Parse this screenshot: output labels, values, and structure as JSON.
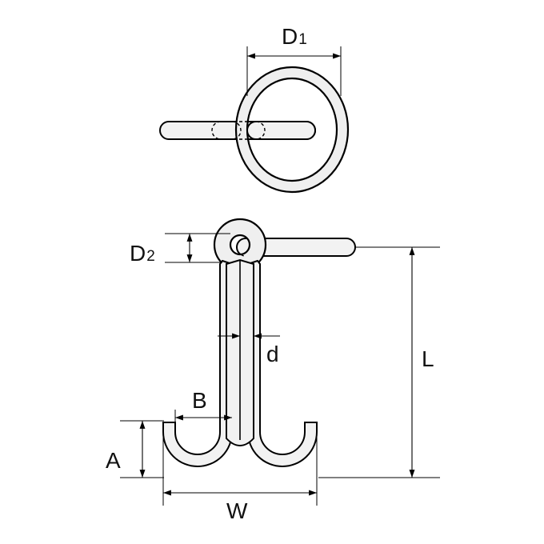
{
  "labels": {
    "D1": {
      "main": "D",
      "sub": "1"
    },
    "D2": {
      "main": "D",
      "sub": "2"
    },
    "d": "d",
    "L": "L",
    "B": "B",
    "A": "A",
    "W": "W"
  }
}
